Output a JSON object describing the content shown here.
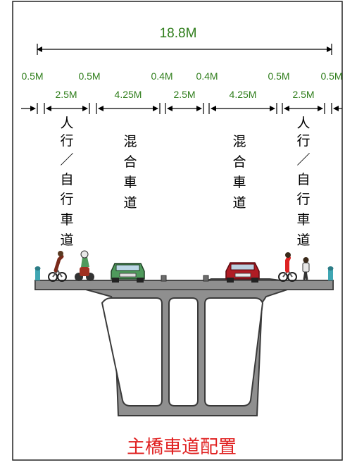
{
  "diagram": {
    "title": "主橋車道配置",
    "total_width": "18.8M",
    "upper_dims": [
      "0.5M",
      "0.5M",
      "0.4M",
      "0.4M",
      "0.5M",
      "0.5M"
    ],
    "lower_dims": [
      "2.5M",
      "4.25M",
      "2.5M",
      "4.25M",
      "2.5M"
    ],
    "lanes": {
      "left_bike": [
        "人",
        "行",
        "／",
        "自",
        "行",
        "車",
        "道"
      ],
      "left_mixed": [
        "混",
        "合",
        "車",
        "道"
      ],
      "right_mixed": [
        "混",
        "合",
        "車",
        "道"
      ],
      "right_bike": [
        "人",
        "行",
        "／",
        "自",
        "行",
        "車",
        "道"
      ]
    },
    "colors": {
      "dimension_text": "#2e7d1a",
      "title": "#e02020",
      "bridge": "#8f8f8f",
      "bridge_outline": "#3a3a3a",
      "car_left": "#4f9a5c",
      "car_right": "#b01c24",
      "railing": "#3fa6b3"
    }
  }
}
